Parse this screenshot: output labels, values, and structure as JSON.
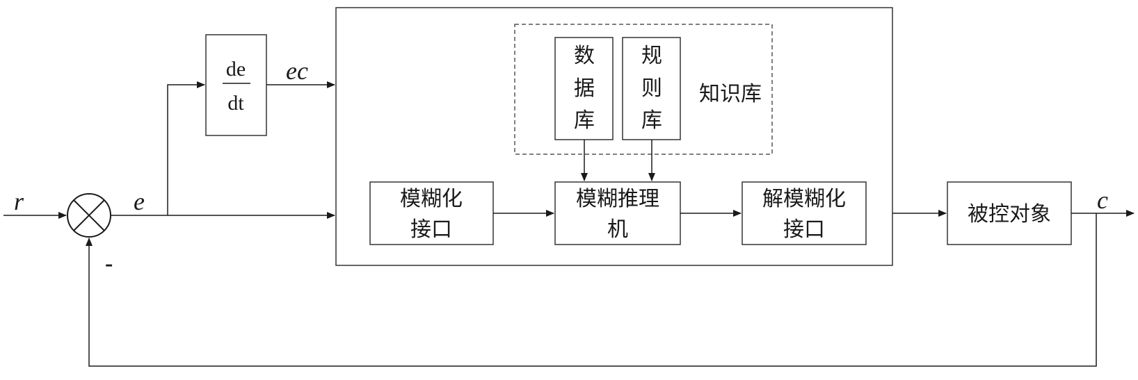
{
  "signals": {
    "r": "r",
    "e": "e",
    "ec": "ec",
    "c": "c",
    "minus": "-"
  },
  "derivative": {
    "numerator": "de",
    "denominator": "dt"
  },
  "knowledge_base": {
    "label": "知识库",
    "data_base": [
      "数",
      "据",
      "库"
    ],
    "rule_base": [
      "规",
      "则",
      "库"
    ]
  },
  "blocks": {
    "fuzzification": [
      "模糊化",
      "接口"
    ],
    "inference": [
      "模糊推理",
      "机"
    ],
    "defuzzification": [
      "解模糊化",
      "接口"
    ],
    "plant": "被控对象"
  }
}
